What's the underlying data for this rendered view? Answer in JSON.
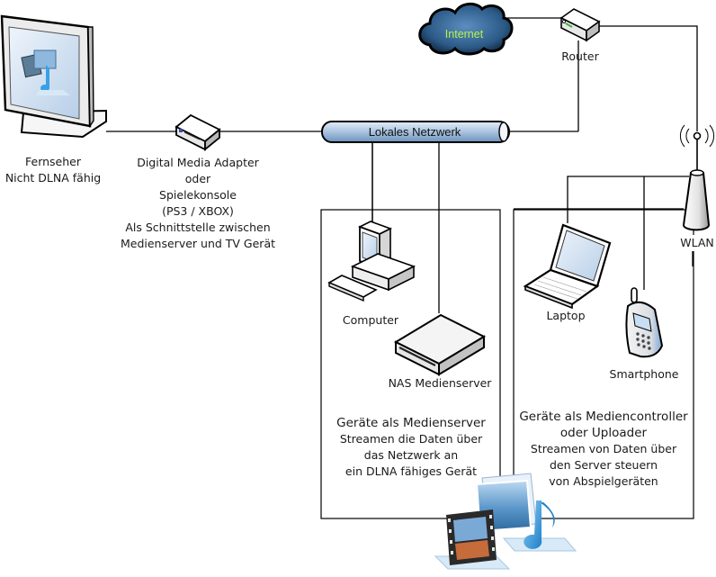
{
  "diagram": {
    "title": "DLNA Heimnetzwerk",
    "colors": {
      "line": "#000000",
      "bus_fill_top": "#d9e6f4",
      "bus_fill_bottom": "#7ea2c9",
      "cloud_fill": "#2d5f8f",
      "internet_text": "#b6f24a",
      "device_face": "#ffffff",
      "screen_blue": "#b9d3ee"
    },
    "nodes": {
      "tv": {
        "lines": [
          "Fernseher",
          "Nicht DLNA fähig"
        ]
      },
      "adapter": {
        "lines": [
          "Digital Media Adapter",
          "oder",
          "Spielekonsole",
          "(PS3 / XBOX)",
          "Als Schnittstelle zwischen",
          "Medienserver und TV Gerät"
        ]
      },
      "internet": {
        "label": "Internet"
      },
      "router": {
        "label": "Router"
      },
      "lan": {
        "label": "Lokales Netzwerk"
      },
      "wlan": {
        "label": "WLAN"
      },
      "computer": {
        "label": "Computer"
      },
      "nas": {
        "label": "NAS Medienserver"
      },
      "laptop": {
        "label": "Laptop"
      },
      "smartphone": {
        "label": "Smartphone"
      }
    },
    "groups": {
      "server_group": {
        "lines": [
          "Geräte als Medienserver",
          "Streamen die Daten über",
          "das Netzwerk an",
          "ein DLNA fähiges Gerät"
        ]
      },
      "controller_group": {
        "lines": [
          "Geräte als Mediencontroller",
          "oder Uploader",
          "Streamen von Daten über",
          "den Server steuern",
          "von Abspielgeräten"
        ]
      }
    }
  }
}
